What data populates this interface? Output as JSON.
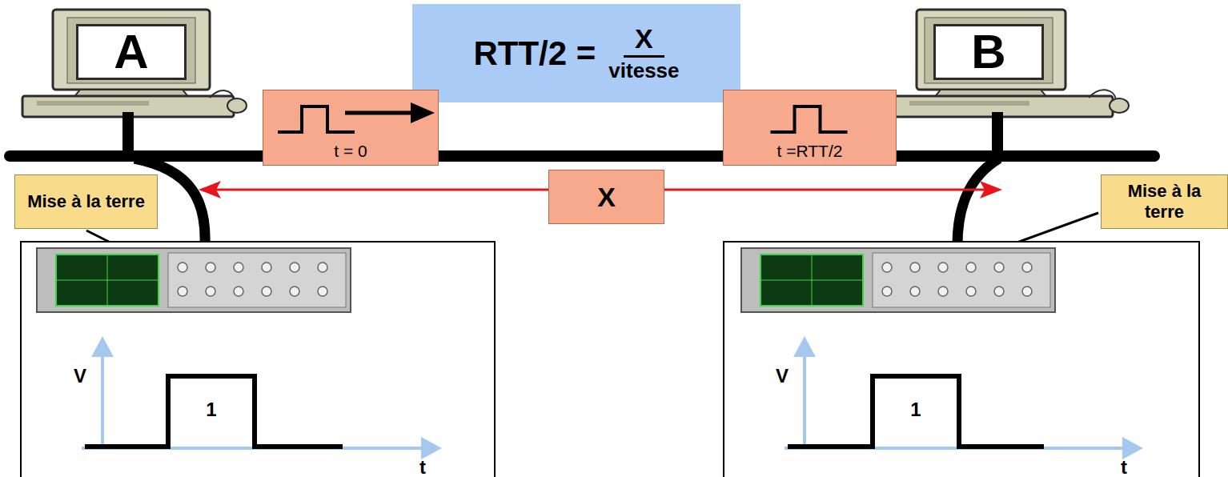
{
  "diagram": {
    "nodes": [
      {
        "text": [
          "A"
        ]
      },
      {
        "text": [
          "RTT/2 =",
          "X",
          "vitesse"
        ]
      },
      {
        "text": [
          "B"
        ]
      },
      {
        "text": [
          "t = 0"
        ]
      },
      {
        "text": [
          "t =RTT/2"
        ]
      },
      {
        "text": [
          "X"
        ]
      },
      {
        "text": [
          "Mise à la terre"
        ]
      },
      {
        "text": [
          "Mise à la terre"
        ]
      }
    ],
    "labels": [
      "V",
      "1",
      "t",
      "V",
      "1",
      "t"
    ]
  }
}
